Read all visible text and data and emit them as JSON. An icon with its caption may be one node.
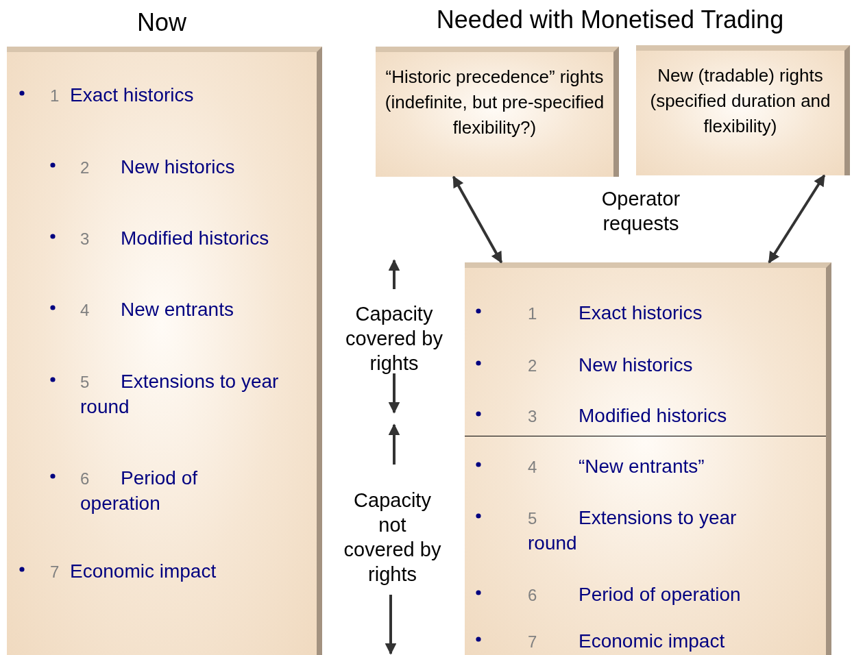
{
  "diagram": {
    "title": "Needed with Monetised Trading",
    "nodes": [
      {
        "text": [
          "Now",
          "1",
          "Exact historics",
          "2",
          "New historics",
          "3",
          "Modified historics",
          "4",
          "New entrants",
          "5",
          "Extensions to year round",
          "6",
          "Period of operation",
          "7",
          "Economic impact"
        ]
      },
      {
        "text": [
          "“Historic precedence” rights (indefinite, but pre-specified flexibility?)"
        ]
      },
      {
        "text": [
          "New (tradable) rights (specified duration and flexibility)"
        ]
      },
      {
        "text": [
          "1",
          "Exact historics",
          "2",
          "New historics",
          "3",
          "Modified historics",
          "4",
          "“New entrants”",
          "5",
          "Extensions to year round",
          "6",
          "Period of operation",
          "7",
          "Economic impact"
        ]
      }
    ],
    "edges": [
      {
        "from": 1,
        "to": 3,
        "arrow": "both"
      },
      {
        "from": 2,
        "to": 3,
        "arrow": "both"
      }
    ],
    "labels": [
      "Operator requests",
      "Capacity covered by rights",
      "Capacity not covered by rights"
    ]
  }
}
